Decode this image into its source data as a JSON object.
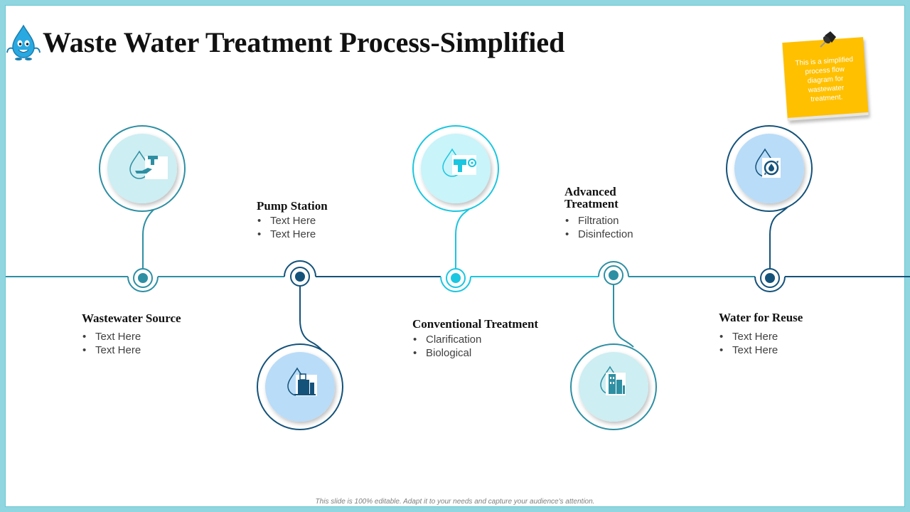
{
  "slide": {
    "title": "Waste Water Treatment Process-Simplified",
    "footer": "This slide is 100% editable. Adapt it to your needs and capture your audience's attention."
  },
  "sticky_note": {
    "text": "This is a simplified process flow diagram for wastewater treatment."
  },
  "steps": [
    {
      "label": "Wastewater Source",
      "bullets": [
        "Text Here",
        "Text Here"
      ],
      "icon": "faucet-hand-icon",
      "color": "#2e8fa3"
    },
    {
      "label": "Pump Station",
      "bullets": [
        "Text Here",
        "Text Here"
      ],
      "icon": "water-tank-icon",
      "color": "#14527a"
    },
    {
      "label": "Conventional Treatment",
      "bullets": [
        "Clarification",
        "Biological"
      ],
      "icon": "water-tap-icon",
      "color": "#1bc6e0"
    },
    {
      "label": "Advanced Treatment",
      "bullets": [
        "Filtration",
        "Disinfection"
      ],
      "icon": "building-icon",
      "color": "#2e8fa3"
    },
    {
      "label": "Water for Reuse",
      "bullets": [
        "Text Here",
        "Text Here"
      ],
      "icon": "water-recycle-icon",
      "color": "#14527a"
    }
  ],
  "colors": {
    "teal": "#2e8fa3",
    "navy": "#14527a",
    "cyan": "#1bc6e0",
    "note": "#ffc000"
  }
}
